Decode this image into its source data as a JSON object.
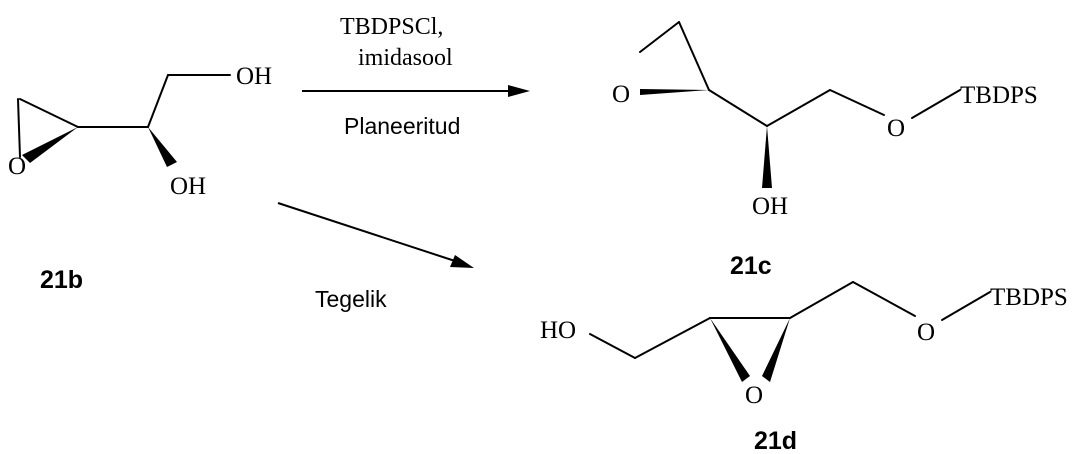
{
  "reagents": {
    "line1": "TBDPSCl,",
    "line2": "imidasool",
    "planned_label": "Planeeritud",
    "actual_label": "Tegelik"
  },
  "compounds": {
    "start": {
      "label": "21b",
      "oh_top": "OH",
      "oh_bottom": "OH",
      "ring_o": "O"
    },
    "planned": {
      "label": "21c",
      "ring_o": "O",
      "ether_o": "O",
      "protecting_group": "TBDPS",
      "oh": "OH"
    },
    "actual": {
      "label": "21d",
      "ho": "HO",
      "ring_o": "O",
      "ether_o": "O",
      "protecting_group": "TBDPS"
    }
  }
}
